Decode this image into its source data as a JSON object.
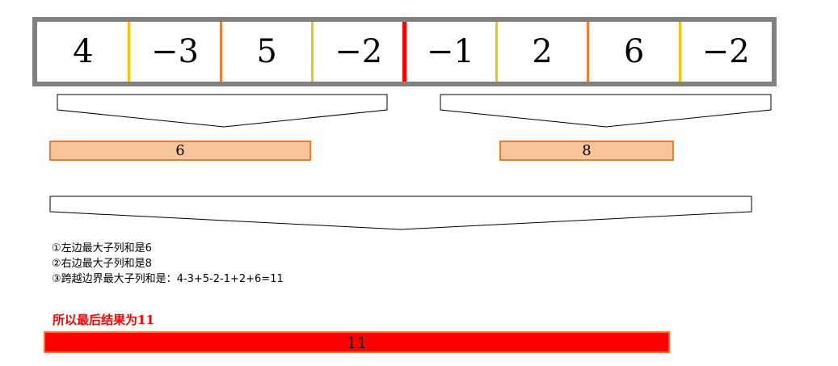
{
  "colors": {
    "frame": "#808080",
    "divider_minor": "#FFC000",
    "divider_mid": "#ED7D31",
    "divider_center": "#FF0000",
    "partial_fill": "#F8C49A",
    "partial_border": "#ED7D31",
    "final_fill": "#FF0000",
    "final_border": "#ED7D31",
    "conclusion_text": "#FF0000"
  },
  "array": {
    "values": [
      "4",
      "−3",
      "5",
      "−2",
      "−1",
      "2",
      "6",
      "−2"
    ],
    "dividers": [
      "minor",
      "mid",
      "minor",
      "center",
      "minor",
      "mid",
      "minor"
    ]
  },
  "results": {
    "left_max": "6",
    "right_max": "8",
    "final": "11"
  },
  "notes": {
    "line1": "①左边最大子列和是6",
    "line2": "②右边最大子列和是8",
    "line3": "③跨越边界最大子列和是：4-3+5-2-1+2+6=11"
  },
  "conclusion": "所以最后结果为11"
}
